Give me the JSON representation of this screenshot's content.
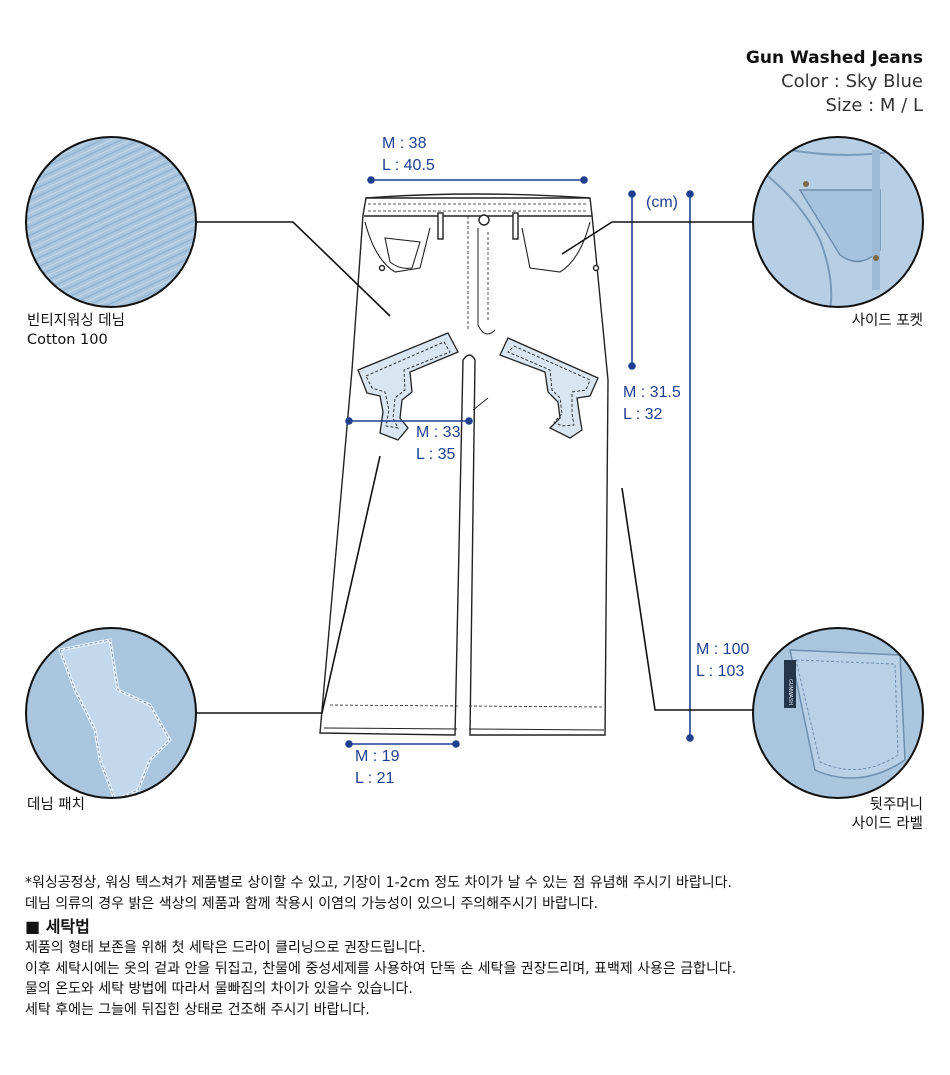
{
  "product": {
    "name": "Gun Washed Jeans",
    "color_line": "Color : Sky Blue",
    "size_line": "Size : M / L"
  },
  "unit": "(cm)",
  "measurements": {
    "waist": {
      "m": "M : 38",
      "l": "L : 40.5"
    },
    "rise": {
      "m": "M : 31.5",
      "l": "L : 32"
    },
    "thigh": {
      "m": "M : 33",
      "l": "L : 35"
    },
    "length": {
      "m": "M : 100",
      "l": "L : 103"
    },
    "hem": {
      "m": "M : 19",
      "l": "L : 21"
    }
  },
  "callouts": {
    "fabric": {
      "title": "빈티지워싱 데님",
      "sub": "Cotton 100"
    },
    "side_pocket": {
      "title": "사이드 포켓"
    },
    "patch": {
      "title": "데님 패치"
    },
    "back_pocket": {
      "line1": "뒷주머니",
      "line2": "사이드 라벨"
    },
    "back_label_text": "GUNWASH"
  },
  "notes": {
    "line1": "*워싱공정상, 워싱 텍스쳐가 제품별로 상이할 수 있고, 기장이 1-2cm 정도 차이가 날 수 있는 점 유념해 주시기 바랍니다.",
    "line2": "데님 의류의 경우 밝은 색상의 제품과 함께 착용시 이염의 가능성이 있으니 주의해주시기 바랍니다.",
    "washing_title": "■ 세탁법",
    "wash1": "제품의 형태 보존을 위해 첫 세탁은 드라이 클리닝으로 권장드립니다.",
    "wash2": "이후 세탁시에는 옷의 겉과 안을 뒤집고, 찬물에 중성세제를 사용하여 단독 손 세탁을 권장드리며, 표백제 사용은 금합니다.",
    "wash3": "물의 온도와 세탁 방법에 따라서 물빠짐의 차이가 있을수 있습니다.",
    "wash4": "세탁 후에는 그늘에 뒤집힌 상태로 건조해 주시기 바랍니다."
  },
  "colors": {
    "measure": "#1f3f8f",
    "denim": "#a9c6de",
    "denim_dark": "#86a9c8"
  }
}
